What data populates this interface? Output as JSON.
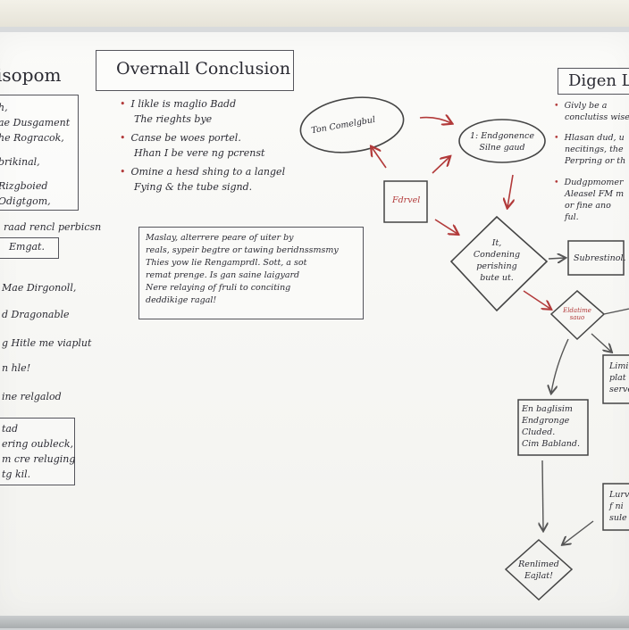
{
  "left_panel": {
    "title": "isopom",
    "box1_lines": [
      "h,",
      "ae Dusgament",
      "he Rogracok,",
      "brikinal,",
      "Rizgboied",
      "Odigtgom,"
    ],
    "text_after_box1": "raad rencl perbicsn",
    "boxed_word": "Emgat.",
    "list": [
      "Mae Dirgonoll,",
      "d Dragonable",
      "g Hitle me viaplut",
      "n hle!",
      "ine relgalod"
    ],
    "box2_lines": [
      "tad",
      "ering oubleck,",
      "m cre reluging",
      "tg kil."
    ]
  },
  "conclusion": {
    "title": "Overnall Conclusion",
    "bullets": [
      [
        "I likle is maglio Badd",
        "The rieghts bye"
      ],
      [
        "Canse be woes portel.",
        "Hhan I be vere ng pcrenst"
      ],
      [
        "Omine a hesd shing to a langel",
        "Fying & the tube signd."
      ]
    ],
    "box_lines": [
      "Maslay, alterrere peare of uiter by",
      "reals, sypeir begtre or tawing beridnssmsmy",
      "Thies yow lie Rengamprdl. Sott, a sot",
      "remat prenge. Is gan saine laigyard",
      "Nere relaying of fruli to conciting",
      "deddikige ragal!"
    ]
  },
  "flow": {
    "oval": "Ton Comelgbul",
    "small_box": "Fdrvel",
    "ellipse_right": [
      "1: Endgonence",
      "Silne gaud"
    ],
    "diamond_main": [
      "It,",
      "Condening",
      "perishing",
      "bute ut."
    ],
    "subs_box": "Subrestinol.",
    "small_diamond": [
      "Eldatime",
      "sauo"
    ],
    "box_mid": [
      "En baglisim",
      "Endgronge",
      "Cluded.",
      "Cim Babland."
    ],
    "box_right1": [
      "Limi",
      "plat",
      "serve"
    ],
    "box_right2": [
      "Lurv",
      "f ni",
      "sule"
    ],
    "diamond_bottom": [
      "Renlimed",
      "Eajlat!"
    ]
  },
  "right_panel": {
    "title": "Digen Lo",
    "bullets": [
      [
        "Givly be a",
        "conclutiss wise"
      ],
      [
        "Hlasan dud, u",
        "necitings, the",
        "Perpring or th"
      ],
      [
        "Dudgpmomer",
        "Aleasel FM m",
        "or fine ano",
        "ful."
      ]
    ]
  },
  "colors": {
    "ink": "#2b2b33",
    "accent_red": "#b23a3a",
    "board": "#f8f8f6"
  }
}
